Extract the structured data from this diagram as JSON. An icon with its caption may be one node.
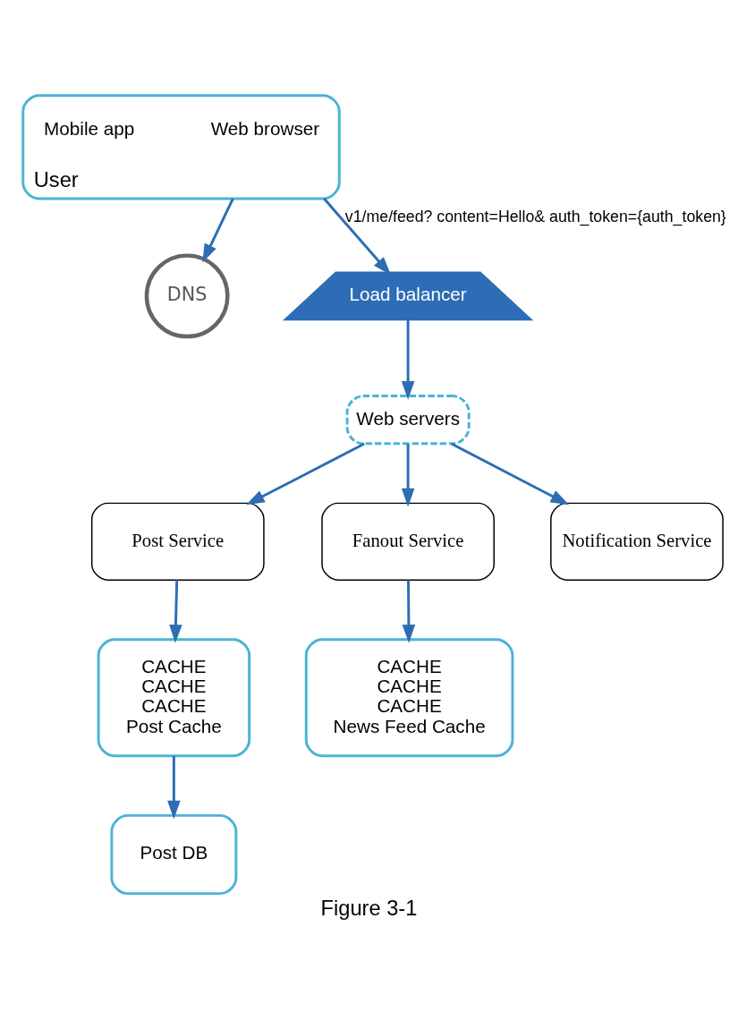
{
  "diagram": {
    "caption": "Figure 3-1",
    "nodes": [
      {
        "text": [
          "DNS"
        ]
      },
      {
        "text": [
          "User"
        ]
      },
      {
        "text": [
          "Web browser"
        ],
        "in": 1
      },
      {
        "text": [
          "Mobile app"
        ],
        "in": 1
      },
      {
        "text": [
          "Load balancer"
        ]
      },
      {
        "text": [
          "Web servers"
        ]
      },
      {
        "text": [
          "Post Service"
        ]
      },
      {
        "text": [
          "Fanout Service"
        ]
      },
      {
        "text": [
          "Notification Service"
        ]
      },
      {
        "text": [
          "CACHE",
          "CACHE",
          "CACHE",
          "Post Cache"
        ]
      },
      {
        "text": [
          "CACHE",
          "CACHE",
          "CACHE",
          "News Feed Cache"
        ]
      },
      {
        "text": [
          "Post DB"
        ]
      }
    ],
    "edges": [
      {
        "from": 1,
        "to": 0,
        "arrow": "to"
      },
      {
        "from": 1,
        "to": 4,
        "arrow": "to",
        "label": "v1/me/feed? content=Hello& auth_token={auth_token}"
      },
      {
        "from": 4,
        "to": 5,
        "arrow": "to"
      },
      {
        "from": 5,
        "to": 6,
        "arrow": "to"
      },
      {
        "from": 5,
        "to": 7,
        "arrow": "to"
      },
      {
        "from": 5,
        "to": 8,
        "arrow": "to"
      },
      {
        "from": 6,
        "to": 9,
        "arrow": "to"
      },
      {
        "from": 7,
        "to": 10,
        "arrow": "to"
      },
      {
        "from": 9,
        "to": 11,
        "arrow": "to"
      }
    ]
  }
}
